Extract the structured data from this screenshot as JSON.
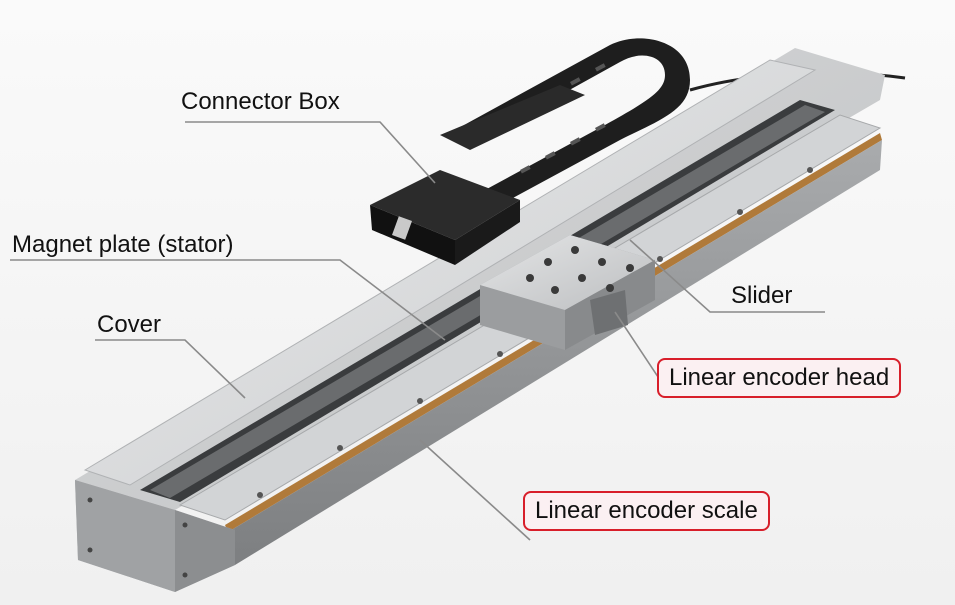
{
  "labels": {
    "connector_box": "Connector Box",
    "magnet_plate": "Magnet plate (stator)",
    "cover": "Cover",
    "slider": "Slider",
    "linear_encoder_head": "Linear encoder head",
    "linear_encoder_scale": "Linear encoder scale"
  },
  "colors": {
    "callout_border": "#d81e2a",
    "callout_fill": "#fbf0f2",
    "aluminum": "#c9cbcd",
    "cable_chain": "#1e1e1e",
    "scale_strip": "#b07a3a"
  }
}
